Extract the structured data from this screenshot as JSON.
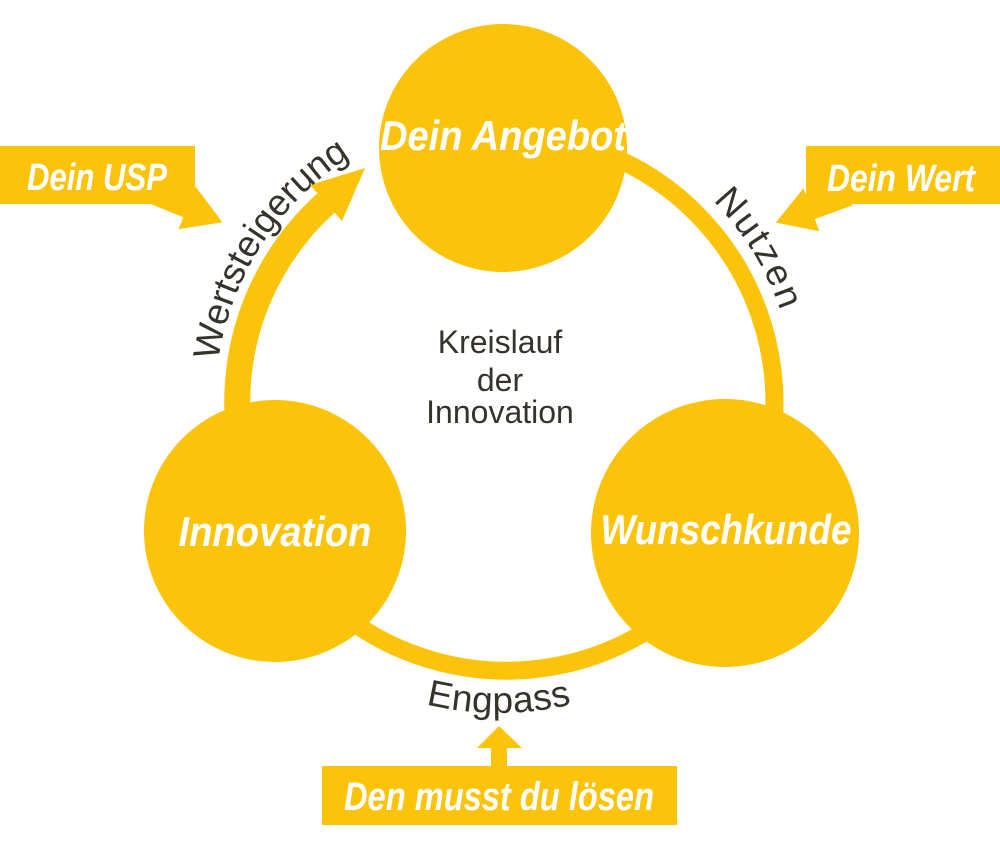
{
  "diagram": {
    "center_title": {
      "line1": "Kreislauf",
      "line2": "der",
      "line3": "Innovation"
    },
    "nodes": {
      "top": "Dein Angebot",
      "left": "Innovation",
      "right": "Wunschkunde"
    },
    "flow_labels": {
      "left_arrow": "Wertsteigerung",
      "right_arc": "Nutzen",
      "bottom_arc": "Engpass"
    },
    "callouts": {
      "top_left": "Dein USP",
      "top_right": "Dein Wert",
      "bottom": "Den musst du lösen"
    },
    "colors": {
      "brand_yellow": "#FCC30B",
      "label_dark": "#36332C",
      "label_light": "#FFFFFF"
    }
  }
}
